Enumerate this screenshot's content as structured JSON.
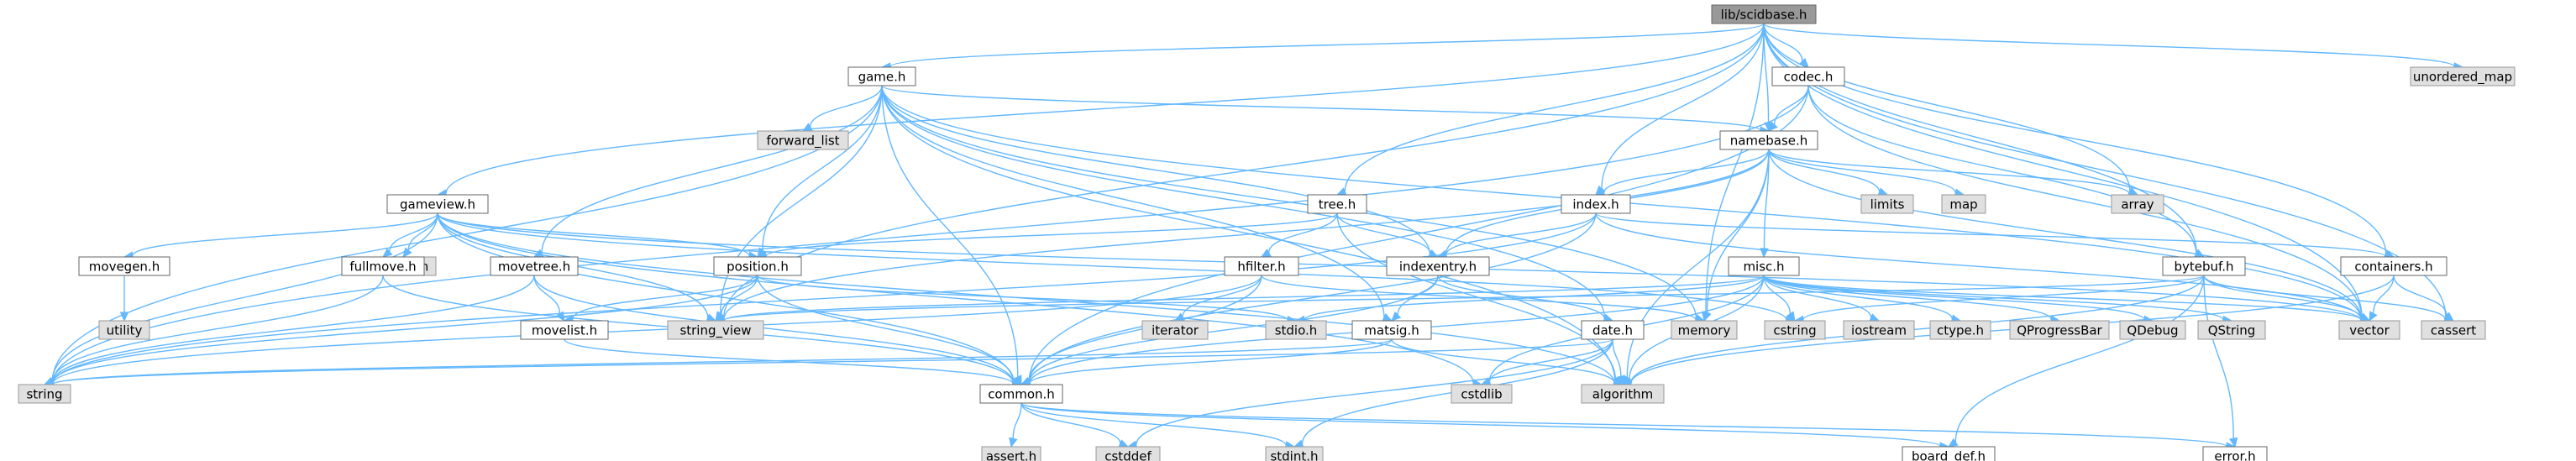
{
  "colors": {
    "edge": "#63b8ff",
    "node_border": "#666666",
    "node_fill": "#ffffff",
    "system_fill": "#e0e0e0",
    "system_border": "#999999",
    "root_fill": "#999999",
    "root_border": "#666666"
  },
  "nodes": [
    {
      "id": "libscidbase",
      "label": "lib/scidbase.h",
      "kind": "root"
    },
    {
      "id": "game",
      "label": "game.h",
      "kind": "local"
    },
    {
      "id": "codec",
      "label": "codec.h",
      "kind": "local"
    },
    {
      "id": "unordered_map",
      "label": "unordered_map",
      "kind": "system"
    },
    {
      "id": "forward_list",
      "label": "forward_list",
      "kind": "system"
    },
    {
      "id": "namebase",
      "label": "namebase.h",
      "kind": "local"
    },
    {
      "id": "limits",
      "label": "limits",
      "kind": "system"
    },
    {
      "id": "map",
      "label": "map",
      "kind": "system"
    },
    {
      "id": "array",
      "label": "array",
      "kind": "system"
    },
    {
      "id": "gameview",
      "label": "gameview.h",
      "kind": "local"
    },
    {
      "id": "tree",
      "label": "tree.h",
      "kind": "local"
    },
    {
      "id": "index",
      "label": "index.h",
      "kind": "local"
    },
    {
      "id": "sstream",
      "label": "sstream",
      "kind": "system"
    },
    {
      "id": "movegen",
      "label": "movegen.h",
      "kind": "local"
    },
    {
      "id": "fullmove",
      "label": "fullmove.h",
      "kind": "local"
    },
    {
      "id": "movetree",
      "label": "movetree.h",
      "kind": "local"
    },
    {
      "id": "position",
      "label": "position.h",
      "kind": "local"
    },
    {
      "id": "hfilter",
      "label": "hfilter.h",
      "kind": "local"
    },
    {
      "id": "indexentry",
      "label": "indexentry.h",
      "kind": "local"
    },
    {
      "id": "misc",
      "label": "misc.h",
      "kind": "local"
    },
    {
      "id": "bytebuf",
      "label": "bytebuf.h",
      "kind": "local"
    },
    {
      "id": "containers",
      "label": "containers.h",
      "kind": "local"
    },
    {
      "id": "utility",
      "label": "utility",
      "kind": "system"
    },
    {
      "id": "movelist",
      "label": "movelist.h",
      "kind": "local"
    },
    {
      "id": "string_view",
      "label": "string_view",
      "kind": "system"
    },
    {
      "id": "iterator",
      "label": "iterator",
      "kind": "system"
    },
    {
      "id": "stdio",
      "label": "stdio.h",
      "kind": "system"
    },
    {
      "id": "matsig",
      "label": "matsig.h",
      "kind": "local"
    },
    {
      "id": "date",
      "label": "date.h",
      "kind": "local"
    },
    {
      "id": "memory",
      "label": "memory",
      "kind": "system"
    },
    {
      "id": "cstring",
      "label": "cstring",
      "kind": "system"
    },
    {
      "id": "iostream",
      "label": "iostream",
      "kind": "system"
    },
    {
      "id": "ctype",
      "label": "ctype.h",
      "kind": "system"
    },
    {
      "id": "qprogressbar",
      "label": "QProgressBar",
      "kind": "system"
    },
    {
      "id": "qdebug",
      "label": "QDebug",
      "kind": "system"
    },
    {
      "id": "qstring",
      "label": "QString",
      "kind": "system"
    },
    {
      "id": "vector",
      "label": "vector",
      "kind": "system"
    },
    {
      "id": "cassert",
      "label": "cassert",
      "kind": "system"
    },
    {
      "id": "string",
      "label": "string",
      "kind": "system"
    },
    {
      "id": "common",
      "label": "common.h",
      "kind": "local"
    },
    {
      "id": "cstdlib",
      "label": "cstdlib",
      "kind": "system"
    },
    {
      "id": "algorithm",
      "label": "algorithm",
      "kind": "system"
    },
    {
      "id": "asserth",
      "label": "assert.h",
      "kind": "system"
    },
    {
      "id": "cstddef",
      "label": "cstddef",
      "kind": "system"
    },
    {
      "id": "stdint",
      "label": "stdint.h",
      "kind": "system"
    },
    {
      "id": "board_def",
      "label": "board_def.h",
      "kind": "local"
    },
    {
      "id": "error",
      "label": "error.h",
      "kind": "local"
    }
  ],
  "edges": [
    [
      "libscidbase",
      "game"
    ],
    [
      "libscidbase",
      "codec"
    ],
    [
      "libscidbase",
      "unordered_map"
    ],
    [
      "libscidbase",
      "namebase"
    ],
    [
      "libscidbase",
      "array"
    ],
    [
      "libscidbase",
      "gameview"
    ],
    [
      "libscidbase",
      "tree"
    ],
    [
      "libscidbase",
      "index"
    ],
    [
      "libscidbase",
      "bytebuf"
    ],
    [
      "libscidbase",
      "containers"
    ],
    [
      "libscidbase",
      "memory"
    ],
    [
      "libscidbase",
      "vector"
    ],
    [
      "libscidbase",
      "cassert"
    ],
    [
      "libscidbase",
      "string_view"
    ],
    [
      "game",
      "forward_list"
    ],
    [
      "game",
      "namebase"
    ],
    [
      "game",
      "position"
    ],
    [
      "game",
      "movetree"
    ],
    [
      "game",
      "indexentry"
    ],
    [
      "game",
      "matsig"
    ],
    [
      "game",
      "date"
    ],
    [
      "game",
      "string"
    ],
    [
      "game",
      "string_view"
    ],
    [
      "game",
      "memory"
    ],
    [
      "game",
      "vector"
    ],
    [
      "game",
      "common"
    ],
    [
      "game",
      "algorithm"
    ],
    [
      "codec",
      "namebase"
    ],
    [
      "codec",
      "bytebuf"
    ],
    [
      "codec",
      "common"
    ],
    [
      "codec",
      "vector"
    ],
    [
      "codec",
      "string"
    ],
    [
      "namebase",
      "limits"
    ],
    [
      "namebase",
      "map"
    ],
    [
      "namebase",
      "array"
    ],
    [
      "namebase",
      "index"
    ],
    [
      "namebase",
      "misc"
    ],
    [
      "namebase",
      "indexentry"
    ],
    [
      "namebase",
      "memory"
    ],
    [
      "namebase",
      "vector"
    ],
    [
      "namebase",
      "string_view"
    ],
    [
      "namebase",
      "algorithm"
    ],
    [
      "gameview",
      "movegen"
    ],
    [
      "gameview",
      "fullmove"
    ],
    [
      "gameview",
      "position"
    ],
    [
      "gameview",
      "sstream"
    ],
    [
      "gameview",
      "string"
    ],
    [
      "gameview",
      "string_view"
    ],
    [
      "gameview",
      "vector"
    ],
    [
      "gameview",
      "common"
    ],
    [
      "gameview",
      "cstring"
    ],
    [
      "gameview",
      "algorithm"
    ],
    [
      "gameview",
      "cstdlib"
    ],
    [
      "tree",
      "hfilter"
    ],
    [
      "tree",
      "indexentry"
    ],
    [
      "tree",
      "position"
    ],
    [
      "tree",
      "algorithm"
    ],
    [
      "index",
      "indexentry"
    ],
    [
      "index",
      "containers"
    ],
    [
      "index",
      "common"
    ],
    [
      "index",
      "string"
    ],
    [
      "index",
      "vector"
    ],
    [
      "movegen",
      "utility"
    ],
    [
      "fullmove",
      "string"
    ],
    [
      "fullmove",
      "common"
    ],
    [
      "movetree",
      "movelist"
    ],
    [
      "movetree",
      "common"
    ],
    [
      "movetree",
      "string"
    ],
    [
      "position",
      "movelist"
    ],
    [
      "position",
      "stdio"
    ],
    [
      "position",
      "string"
    ],
    [
      "position",
      "string_view"
    ],
    [
      "position",
      "common"
    ],
    [
      "hfilter",
      "iterator"
    ],
    [
      "hfilter",
      "memory"
    ],
    [
      "hfilter",
      "common"
    ],
    [
      "hfilter",
      "string"
    ],
    [
      "indexentry",
      "matsig"
    ],
    [
      "indexentry",
      "date"
    ],
    [
      "indexentry",
      "common"
    ],
    [
      "misc",
      "common"
    ],
    [
      "misc",
      "stdio"
    ],
    [
      "misc",
      "cstring"
    ],
    [
      "misc",
      "iostream"
    ],
    [
      "misc",
      "ctype"
    ],
    [
      "misc",
      "qprogressbar"
    ],
    [
      "misc",
      "qdebug"
    ],
    [
      "misc",
      "qstring"
    ],
    [
      "misc",
      "vector"
    ],
    [
      "misc",
      "algorithm"
    ],
    [
      "misc",
      "string_view"
    ],
    [
      "misc",
      "cstdlib"
    ],
    [
      "bytebuf",
      "board_def"
    ],
    [
      "bytebuf",
      "error"
    ],
    [
      "bytebuf",
      "cstring"
    ],
    [
      "bytebuf",
      "algorithm"
    ],
    [
      "bytebuf",
      "vector"
    ],
    [
      "bytebuf",
      "cassert"
    ],
    [
      "bytebuf",
      "string_view"
    ],
    [
      "containers",
      "vector"
    ],
    [
      "containers",
      "cassert"
    ],
    [
      "containers",
      "algorithm"
    ],
    [
      "movelist",
      "common"
    ],
    [
      "matsig",
      "common"
    ],
    [
      "matsig",
      "string"
    ],
    [
      "matsig",
      "algorithm"
    ],
    [
      "date",
      "cstdlib"
    ],
    [
      "date",
      "stdint"
    ],
    [
      "date",
      "algorithm"
    ],
    [
      "date",
      "cstddef"
    ],
    [
      "date",
      "string"
    ],
    [
      "common",
      "asserth"
    ],
    [
      "common",
      "cstddef"
    ],
    [
      "common",
      "stdint"
    ],
    [
      "common",
      "board_def"
    ],
    [
      "common",
      "error"
    ]
  ]
}
